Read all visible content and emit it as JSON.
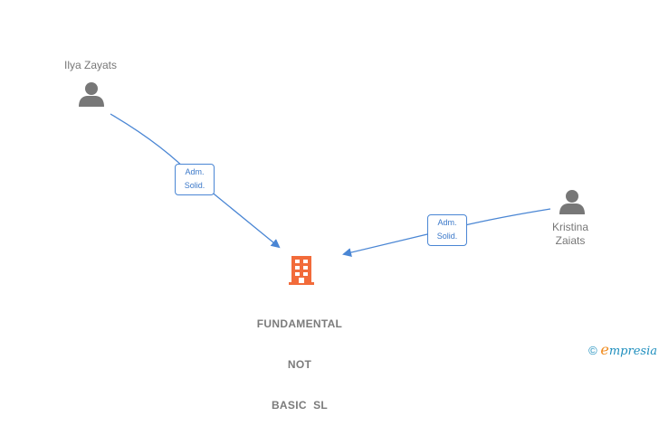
{
  "nodes": {
    "person1": {
      "name": "Ilya Zayats"
    },
    "person2": {
      "name_line1": "Kristina",
      "name_line2": "Zaiats"
    },
    "company": {
      "line1": "FUNDAMENTAL",
      "line2": "NOT",
      "line3": "BASIC  SL"
    }
  },
  "edges": [
    {
      "from": "Ilya Zayats",
      "to": "FUNDAMENTAL NOT BASIC SL",
      "label_line1": "Adm.",
      "label_line2": "Solid."
    },
    {
      "from": "Kristina Zaiats",
      "to": "FUNDAMENTAL NOT BASIC SL",
      "label_line1": "Adm.",
      "label_line2": "Solid."
    }
  ],
  "colors": {
    "edge": "#4a86d4",
    "company": "#f26b3a",
    "person": "#777777"
  },
  "footer": {
    "copyright": "©",
    "brand_initial": "e",
    "brand_rest": "mpresia"
  }
}
